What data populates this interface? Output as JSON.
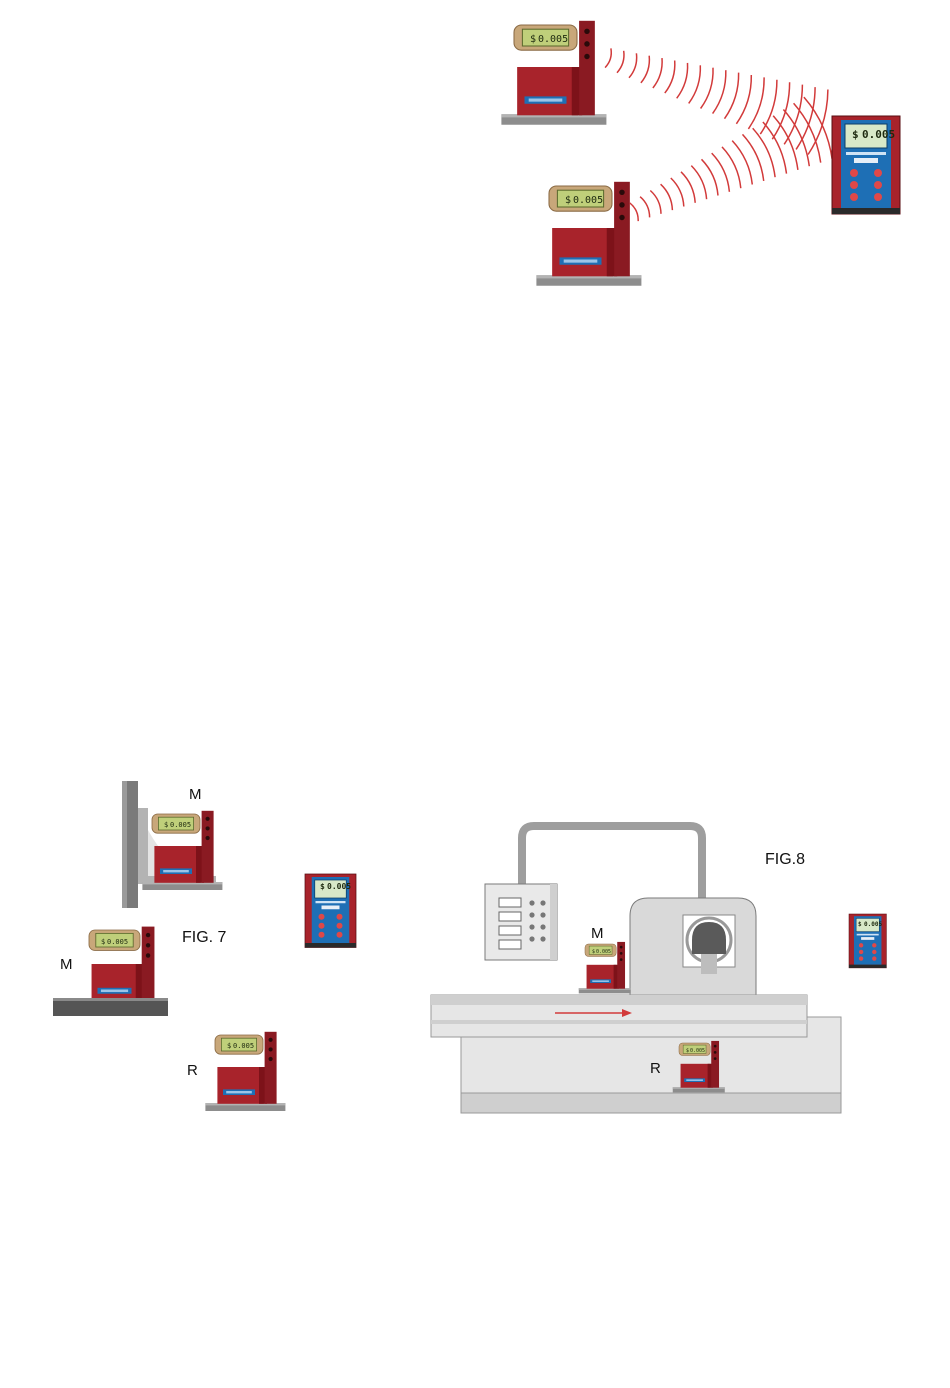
{
  "level_display_value": "0.005",
  "level_display_symbol": "$",
  "remote_display_value": "0.005",
  "remote_display_symbol": "$",
  "labels": {
    "fig7": "FIG. 7",
    "fig8": "FIG.8",
    "m": "M",
    "r": "R"
  },
  "colors": {
    "device_red": "#a8232b",
    "device_red_dark": "#7d1219",
    "lcd_green": "#bfcf7a",
    "housing_tan": "#c8a77a",
    "remote_blue": "#1e6fb5",
    "signal_red": "#d23a3a",
    "machine_gray": "#d9d9d9",
    "base_gray": "#8d8d8d"
  }
}
